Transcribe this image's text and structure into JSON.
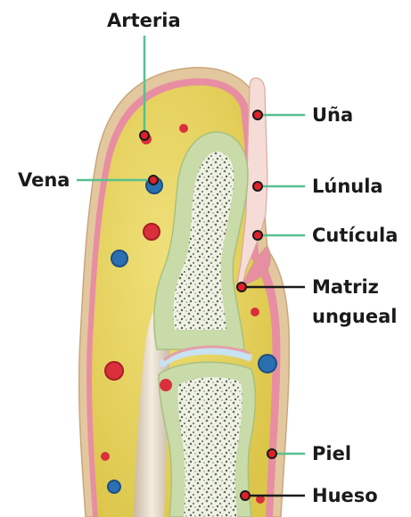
{
  "labels": {
    "arteria": "Arteria",
    "vena": "Vena",
    "una": "Uña",
    "lunula": "Lúnula",
    "cuticula": "Cutícula",
    "matriz_line1": "Matriz",
    "matriz_line2": "ungueal",
    "piel": "Piel",
    "hueso": "Hueso"
  },
  "colors": {
    "leader_line": "#56c08f",
    "leader_line_dark": "#1a1a1a",
    "marker": "#e0202a",
    "skin": "#e2c49a",
    "dermis": "#e88aa0",
    "fat": "#e6d35a",
    "nail": "#f6d9d3",
    "bone": "#c9dca8",
    "marrow": "#e9eede",
    "artery": "#d9303b",
    "vein": "#2a6fb0",
    "tendon": "#e8dccc"
  }
}
